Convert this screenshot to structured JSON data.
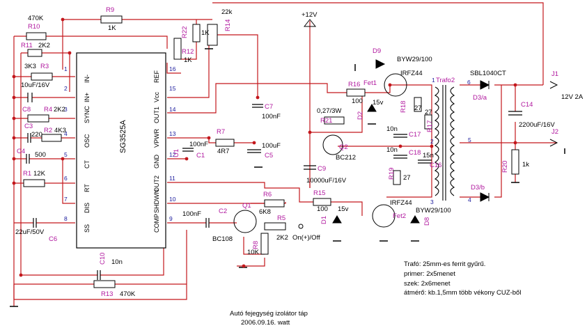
{
  "ic": {
    "name": "SG3525A",
    "pins_left": [
      {
        "num": "1",
        "label": "IN-"
      },
      {
        "num": "2",
        "label": "IN+"
      },
      {
        "num": "3",
        "label": "SYNC"
      },
      {
        "num": "4",
        "label": "OSC"
      },
      {
        "num": "5",
        "label": "CT"
      },
      {
        "num": "6",
        "label": "RT"
      },
      {
        "num": "7",
        "label": "DIS"
      },
      {
        "num": "8",
        "label": "SS"
      }
    ],
    "pins_right": [
      {
        "num": "16",
        "label": "REF"
      },
      {
        "num": "15",
        "label": "Vcc"
      },
      {
        "num": "14",
        "label": "OUT1"
      },
      {
        "num": "13",
        "label": "VPWR"
      },
      {
        "num": "12",
        "label": "GND"
      },
      {
        "num": "11",
        "label": "OUT2"
      },
      {
        "num": "10",
        "label": "SHDWN"
      },
      {
        "num": "9",
        "label": "COMP"
      }
    ]
  },
  "components": {
    "R9": {
      "ref": "R9",
      "value": "1K"
    },
    "R10": {
      "ref": "R10",
      "value": "470K"
    },
    "R11": {
      "ref": "R11",
      "value": "2K2"
    },
    "R3": {
      "ref": "R3",
      "value": "3K3"
    },
    "C8": {
      "ref": "C8",
      "value": "10uF/16V"
    },
    "R4": {
      "ref": "R4",
      "value": "2K2"
    },
    "C3": {
      "ref": "C3",
      "value": "220"
    },
    "R2": {
      "ref": "R2",
      "value": "4K3"
    },
    "C4": {
      "ref": "C4",
      "value": "500"
    },
    "R1": {
      "ref": "R1",
      "value": "12K"
    },
    "C6": {
      "ref": "C6",
      "value": "22uF/50V"
    },
    "C10": {
      "ref": "C10",
      "value": "10n"
    },
    "R13": {
      "ref": "R13",
      "value": "470K"
    },
    "R22": {
      "ref": "R22",
      "value": "1K"
    },
    "R14": {
      "ref": "R14",
      "value": "22k"
    },
    "R12": {
      "ref": "R12",
      "value": "1K"
    },
    "C7": {
      "ref": "C7",
      "value": "100nF"
    },
    "C1": {
      "ref": "C1",
      "value": "100nF"
    },
    "R7": {
      "ref": "R7",
      "value": "4R7"
    },
    "C5": {
      "ref": "C5",
      "value": "100uF"
    },
    "U1": {
      "ref": "U1"
    },
    "R6": {
      "ref": "R6",
      "value": "6K8"
    },
    "C2": {
      "ref": "C2",
      "value": "100nF"
    },
    "Q1": {
      "ref": "Q1",
      "value": "BC108"
    },
    "R5": {
      "ref": "R5",
      "value": "2K2"
    },
    "R8": {
      "ref": "R8",
      "value": "10K"
    },
    "switch_label": "On(+)/Off",
    "R16": {
      "ref": "R16",
      "value": "100"
    },
    "Fet1": {
      "ref": "Fet1",
      "value": "IRFZ44"
    },
    "D9": {
      "ref": "D9",
      "value": "BYW29/100"
    },
    "D2": {
      "ref": "D2",
      "value": "15v"
    },
    "R18": {
      "ref": "R18",
      "value": "27"
    },
    "R21": {
      "ref": "R21",
      "value": "0,27/3W"
    },
    "Q2": {
      "ref": "Q2",
      "value": "BC212"
    },
    "C9": {
      "ref": "C9",
      "value": "10000uF/16V"
    },
    "R15": {
      "ref": "R15",
      "value": "100"
    },
    "D1": {
      "ref": "D1",
      "value": "15v"
    },
    "Fet2": {
      "ref": "Fet2",
      "value": "IRFZ44"
    },
    "D8": {
      "ref": "D8",
      "value": "BYW29/100"
    },
    "R19": {
      "ref": "R19",
      "value": "27"
    },
    "C17": {
      "ref": "C17",
      "value": "10n"
    },
    "C18": {
      "ref": "C18",
      "value": "10n"
    },
    "R17": {
      "ref": "R17",
      "value": "27"
    },
    "C16": {
      "ref": "C16",
      "value": "15n"
    },
    "Trafo2": {
      "ref": "Trafo2"
    },
    "D3": {
      "value": "SBL1040CT",
      "ref_a": "D3/a",
      "ref_b": "D3/b"
    },
    "C14": {
      "ref": "C14",
      "value": "2200uF/16V"
    },
    "R20": {
      "ref": "R20",
      "value": "1k"
    },
    "J1": {
      "ref": "J1",
      "value": "12V 2A"
    },
    "J2": {
      "ref": "J2"
    },
    "supply": "+12V"
  },
  "nodes": [
    "1",
    "2",
    "3",
    "4",
    "5",
    "6"
  ],
  "notes": {
    "line1": "Trafó: 25mm-es ferrit gyűrű.",
    "line2": "primer: 2x5menet",
    "line3": "szek:  2x6menet",
    "line4": "átmérő: kb.1,5mm több vékony CUZ-ből",
    "title": "Autó fejegység izolátor táp",
    "date": "2006.09.16. watt"
  }
}
